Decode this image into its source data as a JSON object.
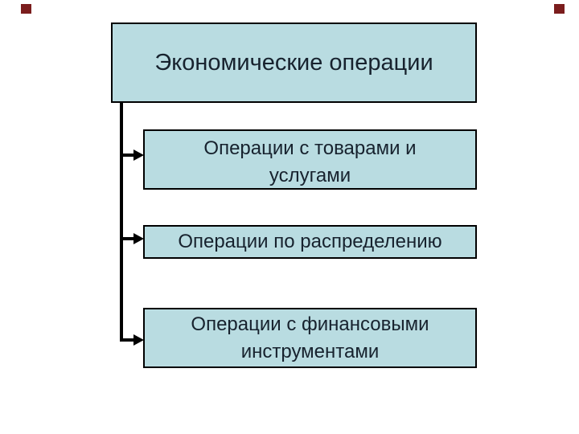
{
  "slide": {
    "title": "Экономические операции",
    "boxes": [
      {
        "id": "goods-services",
        "lines": [
          "Операции с товарами и",
          "услугами"
        ]
      },
      {
        "id": "distribution",
        "lines": [
          "Операции по распределению"
        ]
      },
      {
        "id": "financial",
        "lines": [
          "Операции с финансовыми",
          "инструментами"
        ]
      }
    ]
  },
  "theme": {
    "background": "#ffffff",
    "box_fill": "#b9dce1",
    "box_border": "#000000",
    "text_color": "#17222e",
    "connector_color": "#000000",
    "corner_marker_color": "#7b1d1d"
  }
}
